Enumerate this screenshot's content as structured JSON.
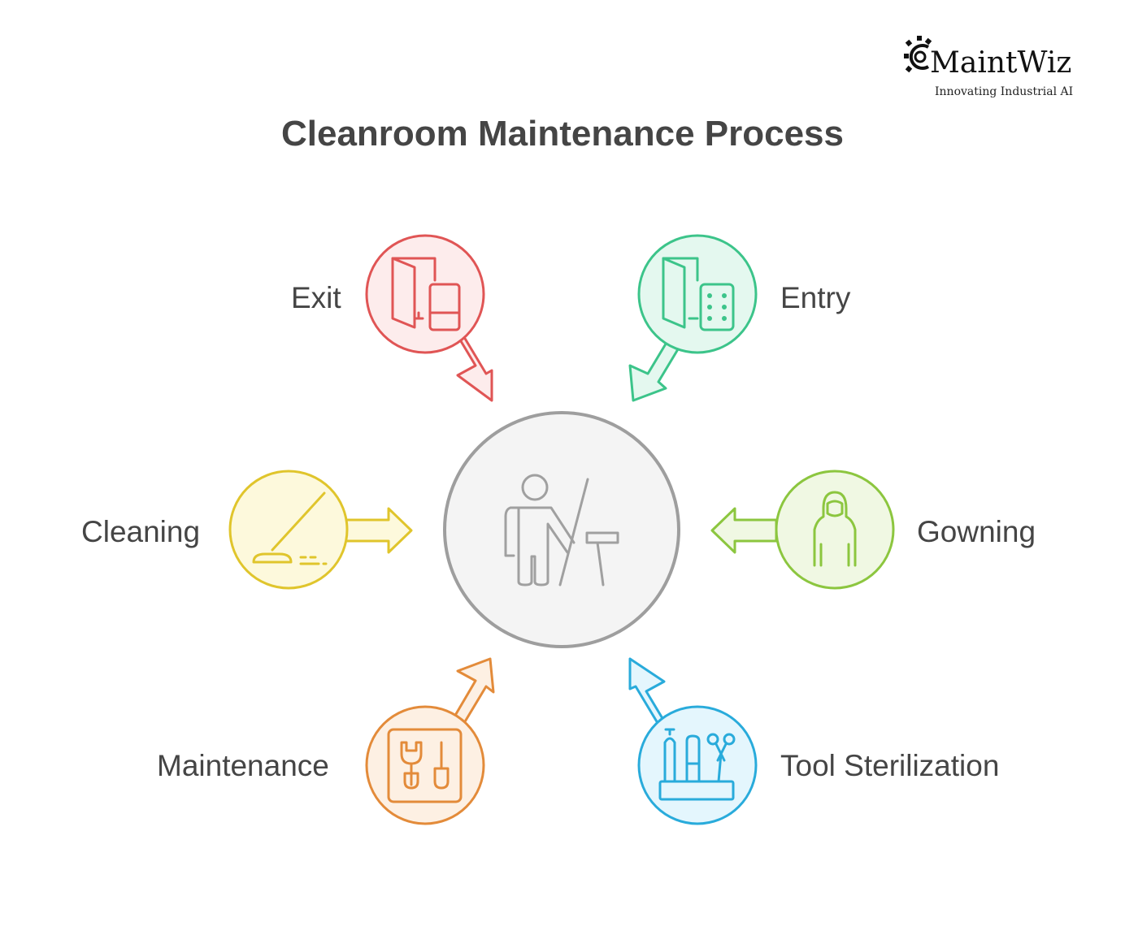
{
  "title": "Cleanroom Maintenance Process",
  "logo": {
    "name": "MaintWiz",
    "tagline": "Innovating Industrial AI"
  },
  "center": {
    "icon": "person-presenting-icon",
    "color": "#9e9e9e"
  },
  "steps": [
    {
      "id": "exit",
      "label": "Exit",
      "icon": "door-exit-icon",
      "stroke": "#e05555",
      "fill": "#fdecec"
    },
    {
      "id": "entry",
      "label": "Entry",
      "icon": "door-keypad-icon",
      "stroke": "#3cc48a",
      "fill": "#e4f8ef"
    },
    {
      "id": "gowning",
      "label": "Gowning",
      "icon": "gown-suit-icon",
      "stroke": "#8cc63f",
      "fill": "#f0f8e3"
    },
    {
      "id": "tool-sterilization",
      "label": "Tool Sterilization",
      "icon": "tools-cup-icon",
      "stroke": "#29abdb",
      "fill": "#e4f6fd"
    },
    {
      "id": "maintenance",
      "label": "Maintenance",
      "icon": "wrench-panel-icon",
      "stroke": "#e38b3a",
      "fill": "#fdf0e3"
    },
    {
      "id": "cleaning",
      "label": "Cleaning",
      "icon": "mop-icon",
      "stroke": "#e0c52c",
      "fill": "#fdf9dc"
    }
  ]
}
